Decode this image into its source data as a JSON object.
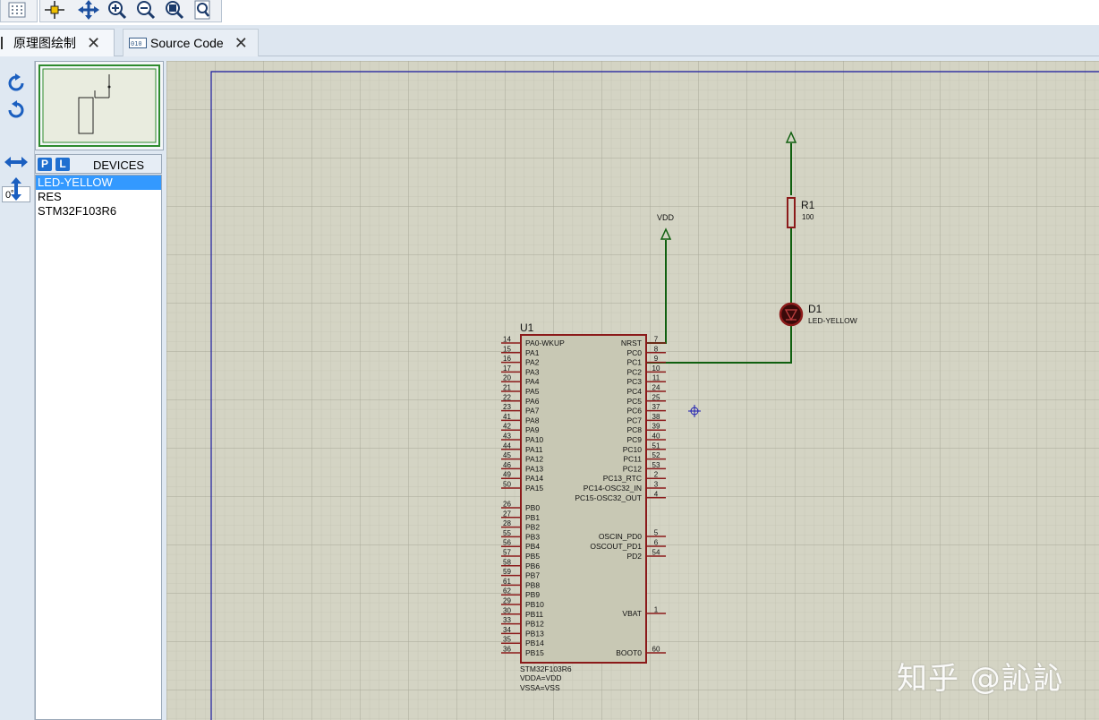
{
  "tabs": [
    {
      "label": "原理图绘制",
      "icon": "schematic-icon",
      "active": true
    },
    {
      "label": "Source Code",
      "icon": "source-code-icon",
      "active": false
    }
  ],
  "rotation": {
    "value": "0˚"
  },
  "devices": {
    "title": "DEVICES",
    "p_label": "P",
    "l_label": "L",
    "items": [
      "LED-YELLOW",
      "RES",
      "STM32F103R6"
    ]
  },
  "schematic": {
    "vdd_label": "VDD",
    "r1": {
      "ref": "R1",
      "value": "100"
    },
    "d1": {
      "ref": "D1",
      "value": "LED-YELLOW"
    },
    "u1": {
      "ref": "U1",
      "part": "STM32F103R6",
      "note1": "VDDA=VDD",
      "note2": "VSSA=VSS"
    },
    "left_pins": [
      {
        "num": "14",
        "name": "PA0-WKUP"
      },
      {
        "num": "15",
        "name": "PA1"
      },
      {
        "num": "16",
        "name": "PA2"
      },
      {
        "num": "17",
        "name": "PA3"
      },
      {
        "num": "20",
        "name": "PA4"
      },
      {
        "num": "21",
        "name": "PA5"
      },
      {
        "num": "22",
        "name": "PA6"
      },
      {
        "num": "23",
        "name": "PA7"
      },
      {
        "num": "41",
        "name": "PA8"
      },
      {
        "num": "42",
        "name": "PA9"
      },
      {
        "num": "43",
        "name": "PA10"
      },
      {
        "num": "44",
        "name": "PA11"
      },
      {
        "num": "45",
        "name": "PA12"
      },
      {
        "num": "46",
        "name": "PA13"
      },
      {
        "num": "49",
        "name": "PA14"
      },
      {
        "num": "50",
        "name": "PA15"
      },
      {
        "num": "26",
        "name": "PB0"
      },
      {
        "num": "27",
        "name": "PB1"
      },
      {
        "num": "28",
        "name": "PB2"
      },
      {
        "num": "55",
        "name": "PB3"
      },
      {
        "num": "56",
        "name": "PB4"
      },
      {
        "num": "57",
        "name": "PB5"
      },
      {
        "num": "58",
        "name": "PB6"
      },
      {
        "num": "59",
        "name": "PB7"
      },
      {
        "num": "61",
        "name": "PB8"
      },
      {
        "num": "62",
        "name": "PB9"
      },
      {
        "num": "29",
        "name": "PB10"
      },
      {
        "num": "30",
        "name": "PB11"
      },
      {
        "num": "33",
        "name": "PB12"
      },
      {
        "num": "34",
        "name": "PB13"
      },
      {
        "num": "35",
        "name": "PB14"
      },
      {
        "num": "36",
        "name": "PB15"
      }
    ],
    "right_pins": [
      {
        "num": "7",
        "name": "NRST"
      },
      {
        "num": "8",
        "name": "PC0"
      },
      {
        "num": "9",
        "name": "PC1"
      },
      {
        "num": "10",
        "name": "PC2"
      },
      {
        "num": "11",
        "name": "PC3"
      },
      {
        "num": "24",
        "name": "PC4"
      },
      {
        "num": "25",
        "name": "PC5"
      },
      {
        "num": "37",
        "name": "PC6"
      },
      {
        "num": "38",
        "name": "PC7"
      },
      {
        "num": "39",
        "name": "PC8"
      },
      {
        "num": "40",
        "name": "PC9"
      },
      {
        "num": "51",
        "name": "PC10"
      },
      {
        "num": "52",
        "name": "PC11"
      },
      {
        "num": "53",
        "name": "PC12"
      },
      {
        "num": "2",
        "name": "PC13_RTC"
      },
      {
        "num": "3",
        "name": "PC14-OSC32_IN"
      },
      {
        "num": "4",
        "name": "PC15-OSC32_OUT"
      },
      {
        "num": "5",
        "name": "OSCIN_PD0"
      },
      {
        "num": "6",
        "name": "OSCOUT_PD1"
      },
      {
        "num": "54",
        "name": "PD2"
      },
      {
        "num": "1",
        "name": "VBAT"
      },
      {
        "num": "60",
        "name": "BOOT0"
      }
    ]
  },
  "watermark": "知乎 @訫訫",
  "colors": {
    "wire": "#0f5f0f",
    "component": "#8b1a1a",
    "chip_fill": "#c8c8b4",
    "grid_bg": "#d4d4c4"
  }
}
